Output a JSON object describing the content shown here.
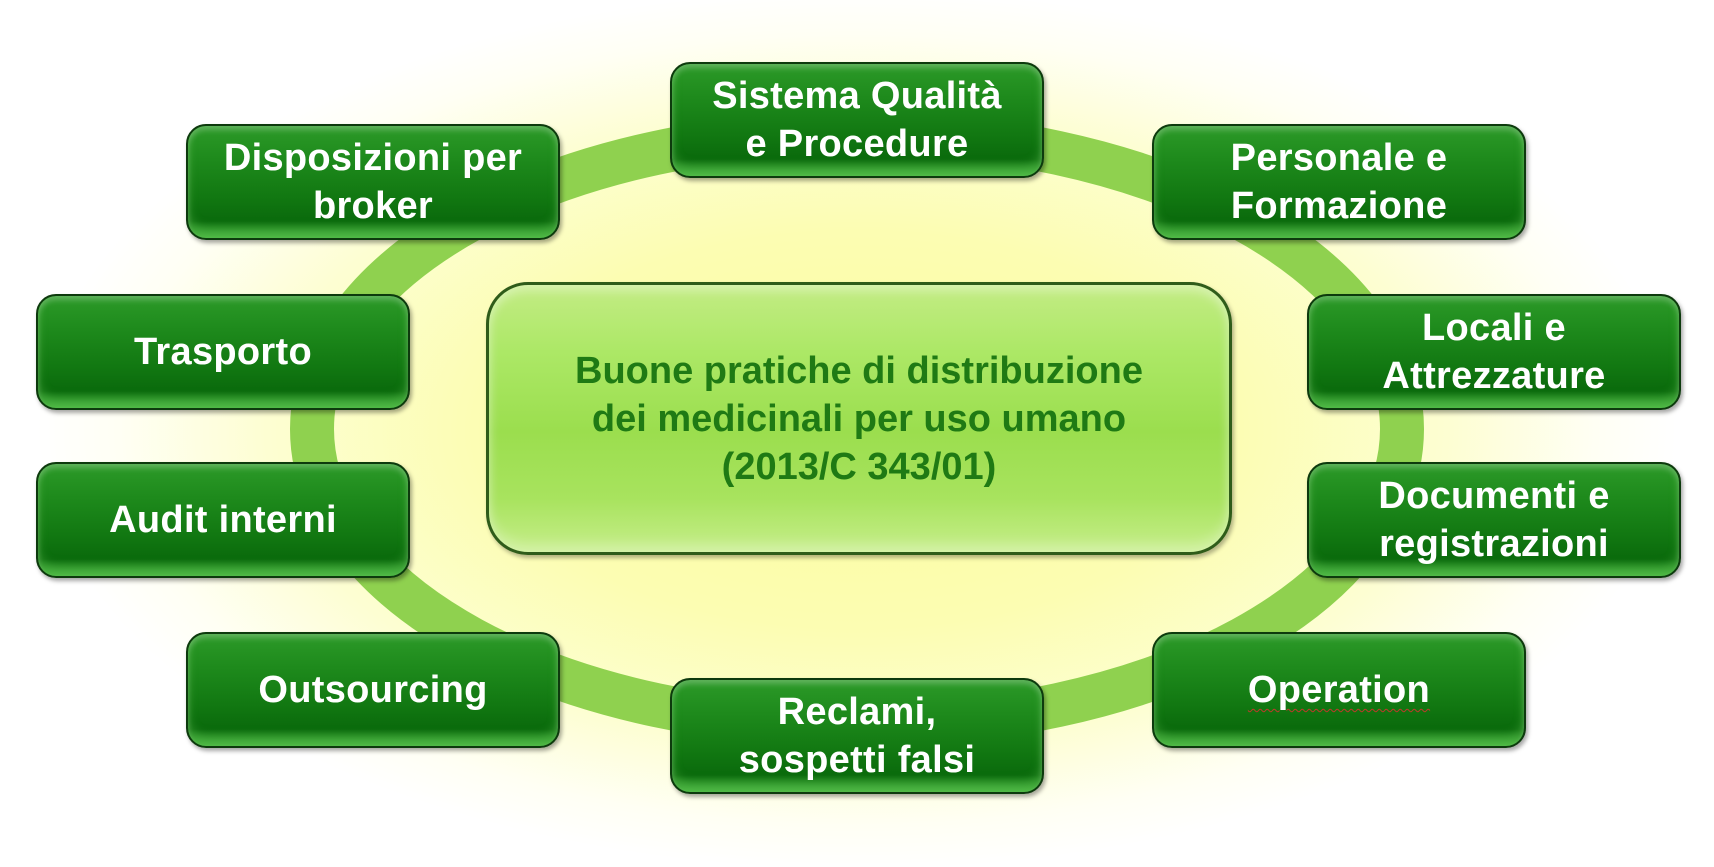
{
  "diagram": {
    "center": {
      "label": "Buone pratiche di distribuzione\ndei medicinali per uso umano\n(2013/C 343/01)"
    },
    "nodes": [
      {
        "id": "sistema-qualita",
        "label": "Sistema Qualità\ne Procedure"
      },
      {
        "id": "personale",
        "label": "Personale  e\nFormazione"
      },
      {
        "id": "locali",
        "label": "Locali e\nAttrezzature"
      },
      {
        "id": "documenti",
        "label": "Documenti e\nregistrazioni"
      },
      {
        "id": "operation",
        "label": "Operation"
      },
      {
        "id": "reclami",
        "label": "Reclami,\nsospetti falsi"
      },
      {
        "id": "outsourcing",
        "label": "Outsourcing"
      },
      {
        "id": "audit",
        "label": "Audit interni"
      },
      {
        "id": "trasporto",
        "label": "Trasporto"
      },
      {
        "id": "disposizioni",
        "label": "Disposizioni per\nbroker"
      }
    ]
  },
  "colors": {
    "node_green": "#117711",
    "node_border": "#0d3a0d",
    "ring_green": "#8fd14f",
    "center_fill": "#a8e35e",
    "center_text": "#1f7a14",
    "glow_yellow": "#fbfc9e",
    "node_text": "#ffffff"
  }
}
